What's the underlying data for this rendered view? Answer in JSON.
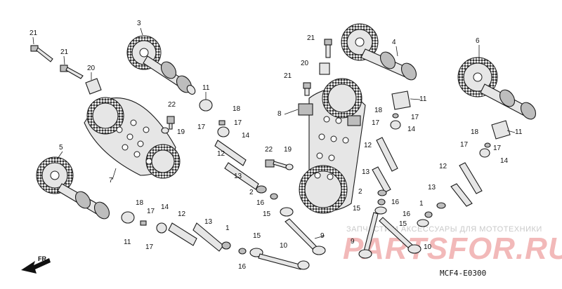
{
  "diagram": {
    "callouts": [
      {
        "label": "21"
      },
      {
        "label": "21"
      },
      {
        "label": "20"
      },
      {
        "label": "3"
      },
      {
        "label": "11"
      },
      {
        "label": "22"
      },
      {
        "label": "18"
      },
      {
        "label": "17"
      },
      {
        "label": "17"
      },
      {
        "label": "19"
      },
      {
        "label": "14"
      },
      {
        "label": "12"
      },
      {
        "label": "13"
      },
      {
        "label": "2"
      },
      {
        "label": "16"
      },
      {
        "label": "15"
      },
      {
        "label": "5"
      },
      {
        "label": "7"
      },
      {
        "label": "18"
      },
      {
        "label": "17"
      },
      {
        "label": "14"
      },
      {
        "label": "11"
      },
      {
        "label": "17"
      },
      {
        "label": "12"
      },
      {
        "label": "13"
      },
      {
        "label": "1"
      },
      {
        "label": "15"
      },
      {
        "label": "16"
      },
      {
        "label": "10"
      },
      {
        "label": "22"
      },
      {
        "label": "19"
      },
      {
        "label": "21"
      },
      {
        "label": "20"
      },
      {
        "label": "21"
      },
      {
        "label": "8"
      },
      {
        "label": "4"
      },
      {
        "label": "9"
      },
      {
        "label": "11"
      },
      {
        "label": "18"
      },
      {
        "label": "17"
      },
      {
        "label": "17"
      },
      {
        "label": "14"
      },
      {
        "label": "12"
      },
      {
        "label": "13"
      },
      {
        "label": "2"
      },
      {
        "label": "16"
      },
      {
        "label": "15"
      },
      {
        "label": "9"
      },
      {
        "label": "10"
      },
      {
        "label": "6"
      },
      {
        "label": "18"
      },
      {
        "label": "11"
      },
      {
        "label": "17"
      },
      {
        "label": "17"
      },
      {
        "label": "14"
      },
      {
        "label": "12"
      },
      {
        "label": "13"
      },
      {
        "label": "1"
      },
      {
        "label": "16"
      },
      {
        "label": "15"
      }
    ],
    "front_marker": "FR.",
    "diagram_code": "MCF4-E0300"
  },
  "watermark": {
    "top_text": "ЗАПЧАСТИ И АКСЕССУАРЫ ДЛЯ МОТОТЕХНИКИ",
    "brand_text": "PARTSFOR.RU"
  }
}
